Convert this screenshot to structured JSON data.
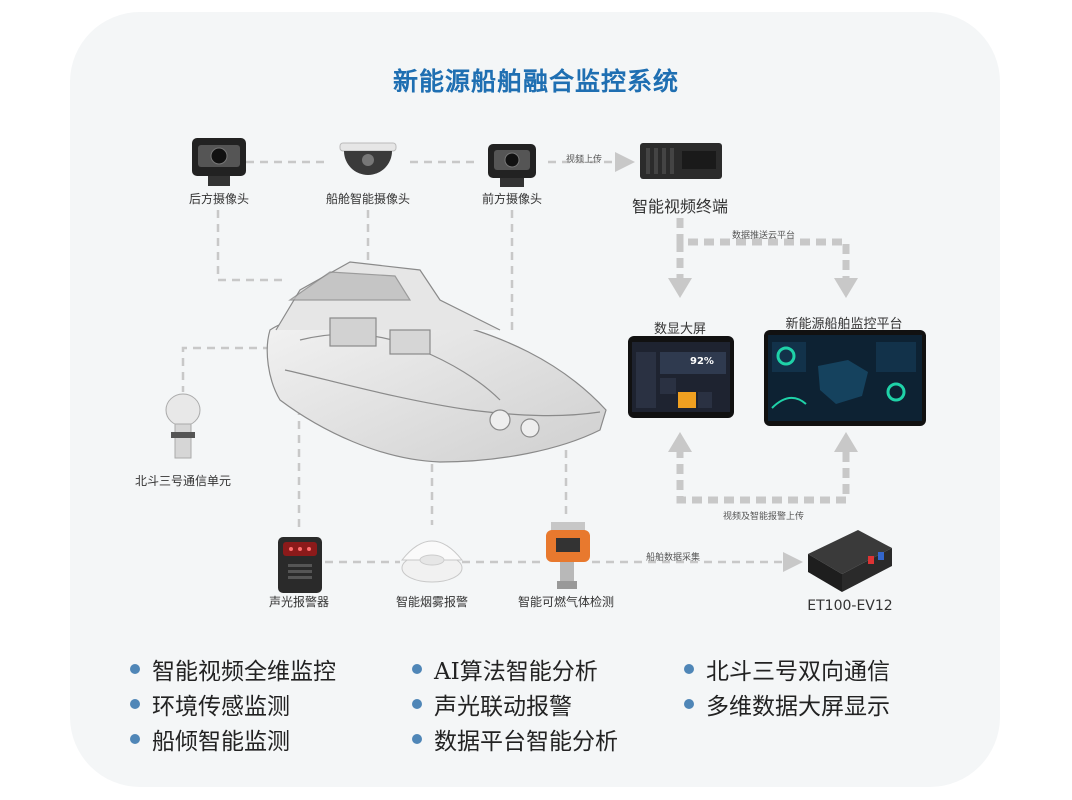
{
  "title": "新能源船舶融合监控系统",
  "devices": {
    "rear_camera": "后方摄像头",
    "cabin_camera": "船舱智能摄像头",
    "front_camera": "前方摄像头",
    "video_terminal": "智能视频终端",
    "beidou": "北斗三号通信单元",
    "big_screen": "数显大屏",
    "platform": "新能源船舶监控平台",
    "alarm": "声光报警器",
    "smoke": "智能烟雾报警",
    "gas": "智能可燃气体检测",
    "et100": "ET100-EV12"
  },
  "flows": {
    "video_upload": "视频上传",
    "push_cloud": "数据推送云平台",
    "video_alarm_upload": "视频及智能报警上传",
    "ship_data": "船舶数据采集"
  },
  "screen": {
    "percent": "92%"
  },
  "features": [
    "智能视频全维监控",
    "AI算法智能分析",
    "北斗三号双向通信",
    "环境传感监测",
    "声光联动报警",
    "多维数据大屏显示",
    "船倾智能监测",
    "数据平台智能分析"
  ],
  "colors": {
    "title": "#1f6fb2",
    "bullet": "#4f86b7",
    "dashes": "#c8c8c8",
    "gas_orange": "#e8792e"
  }
}
